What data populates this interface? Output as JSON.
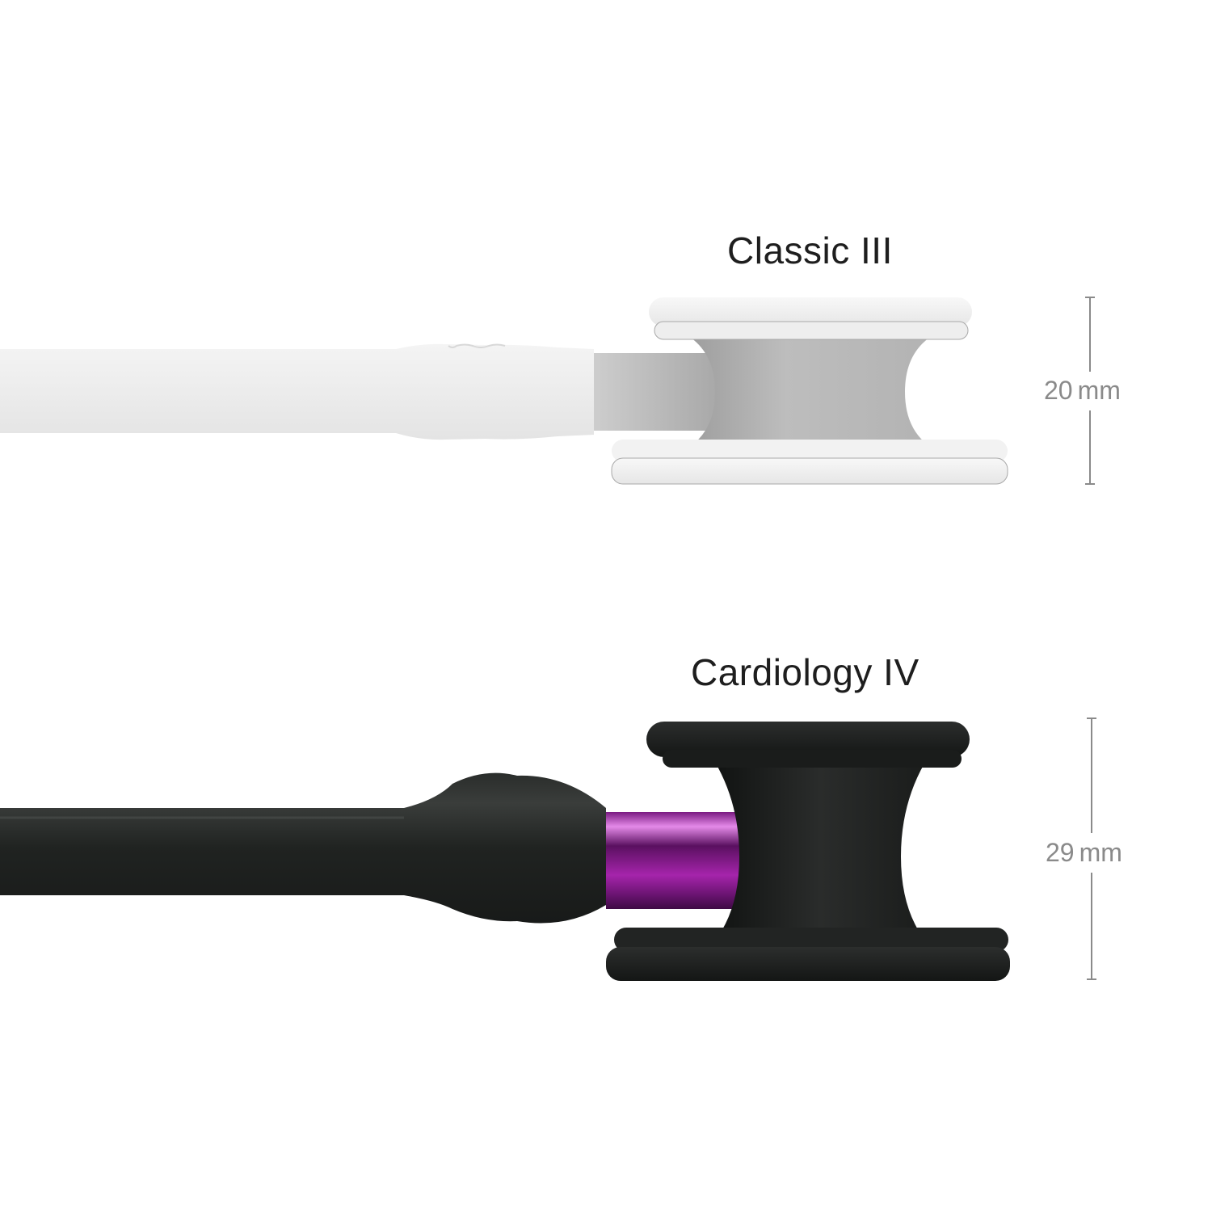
{
  "products": [
    {
      "name": "Classic III",
      "dimension_value": "20",
      "dimension_unit": "mm",
      "tubing_color": "#eeeeee",
      "chestpiece_color": "#b9b9b9",
      "stem_color": "#c7c7c7"
    },
    {
      "name": "Cardiology IV",
      "dimension_value": "29",
      "dimension_unit": "mm",
      "tubing_color": "#1f2220",
      "chestpiece_color": "#1a1c1b",
      "stem_color": "#9a1fa0"
    }
  ],
  "colors": {
    "background": "#ffffff",
    "label_text": "#1e1e1e",
    "dimension_text": "#8a8a8a"
  }
}
